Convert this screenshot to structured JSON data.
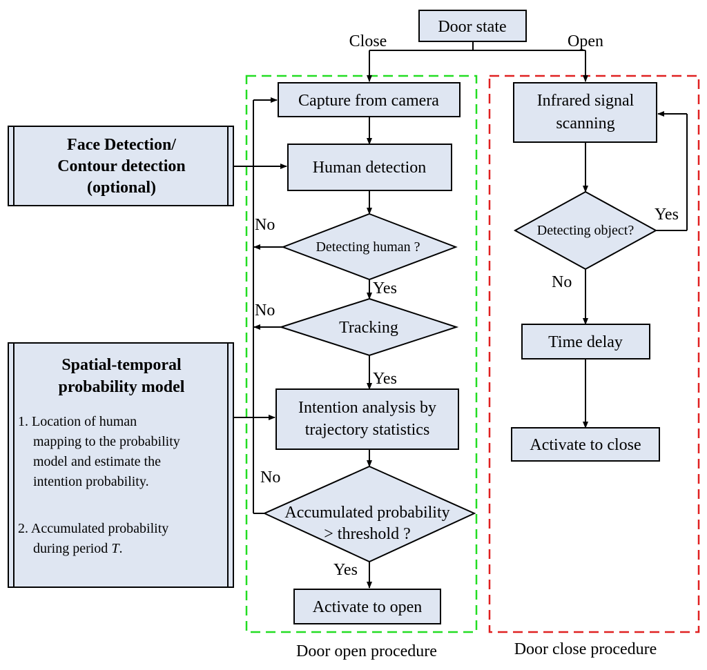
{
  "door_state": {
    "label": "Door state",
    "close_label": "Close",
    "open_label": "Open"
  },
  "open_procedure": {
    "caption": "Door open procedure",
    "capture": "Capture from camera",
    "human_detection": "Human detection",
    "detecting_human": "Detecting human ?",
    "tracking": "Tracking",
    "intention_line1": "Intention analysis by",
    "intention_line2": "trajectory statistics",
    "accum_line1": "Accumulated probability",
    "accum_line2": "> threshold ?",
    "activate_open": "Activate to open",
    "no_label": "No",
    "yes_label": "Yes"
  },
  "close_procedure": {
    "caption": "Door close procedure",
    "infrared_line1": "Infrared signal",
    "infrared_line2": "scanning",
    "detecting_object": "Detecting object?",
    "time_delay": "Time delay",
    "activate_close": "Activate to close",
    "no_label": "No",
    "yes_label": "Yes"
  },
  "face_box": {
    "line1": "Face Detection/",
    "line2": "Contour detection",
    "line3": "(optional)"
  },
  "model_box": {
    "title1": "Spatial-temporal",
    "title2": "probability model",
    "item1_lines": [
      "1. Location of human",
      "mapping to the probability",
      "model and estimate the",
      "intention probability."
    ],
    "item2_lines": [
      "2. Accumulated probability",
      "during period "
    ],
    "period_symbol": "T",
    "period_end": "."
  },
  "colors": {
    "box_fill": "#dfe6f2",
    "open_group_border": "#22dd22",
    "close_group_border": "#e02020"
  }
}
